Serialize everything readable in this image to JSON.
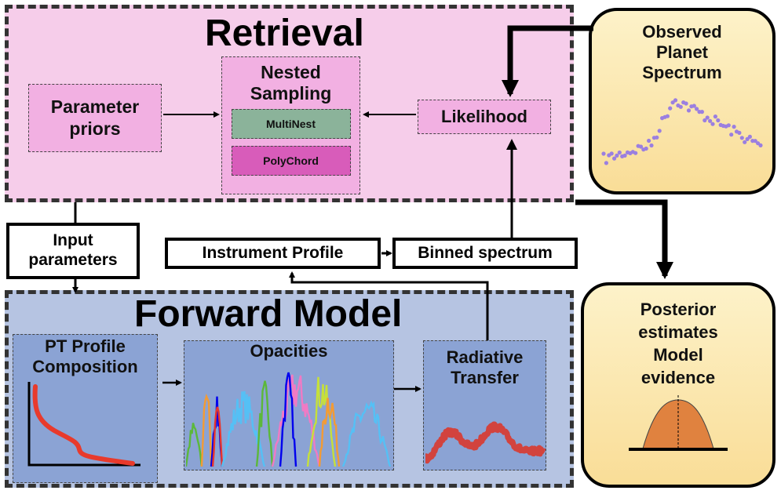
{
  "retrieval": {
    "title": "Retrieval",
    "parameter_priors": [
      "Parameter",
      "priors"
    ],
    "nested_sampling": [
      "Nested",
      "Sampling"
    ],
    "samplers": [
      {
        "label": "MultiNest",
        "color": "#8bb39a"
      },
      {
        "label": "PolyChord",
        "color": "#d85cba"
      }
    ],
    "likelihood": "Likelihood"
  },
  "observed": {
    "title": [
      "Observed",
      "Planet",
      "Spectrum"
    ],
    "point_color": "#9b7fe0"
  },
  "posterior": {
    "title": [
      "Posterior",
      "estimates",
      "Model",
      "evidence"
    ],
    "fill_color": "#e0823f"
  },
  "links": {
    "input_parameters": [
      "Input",
      "parameters"
    ],
    "instrument_profile": "Instrument Profile",
    "binned_spectrum": "Binned spectrum"
  },
  "forward": {
    "title": "Forward Model",
    "pt_profile": [
      "PT Profile",
      "Composition"
    ],
    "opacities": "Opacities",
    "radiative_transfer": [
      "Radiative",
      "Transfer"
    ],
    "opacity_colors": [
      "#f39b34",
      "#e8352c",
      "#0000ee",
      "#55c0f5",
      "#5cb83a",
      "#f07ac4",
      "#c6e03a"
    ],
    "rt_color": "#d9392e",
    "pt_color": "#e83a2c"
  },
  "colors": {
    "retrieval_bg": "#f6cdea",
    "forward_bg": "#b6c4e2",
    "inner_pink": "#f2b0e2",
    "inner_blue": "#8ba3d4"
  }
}
